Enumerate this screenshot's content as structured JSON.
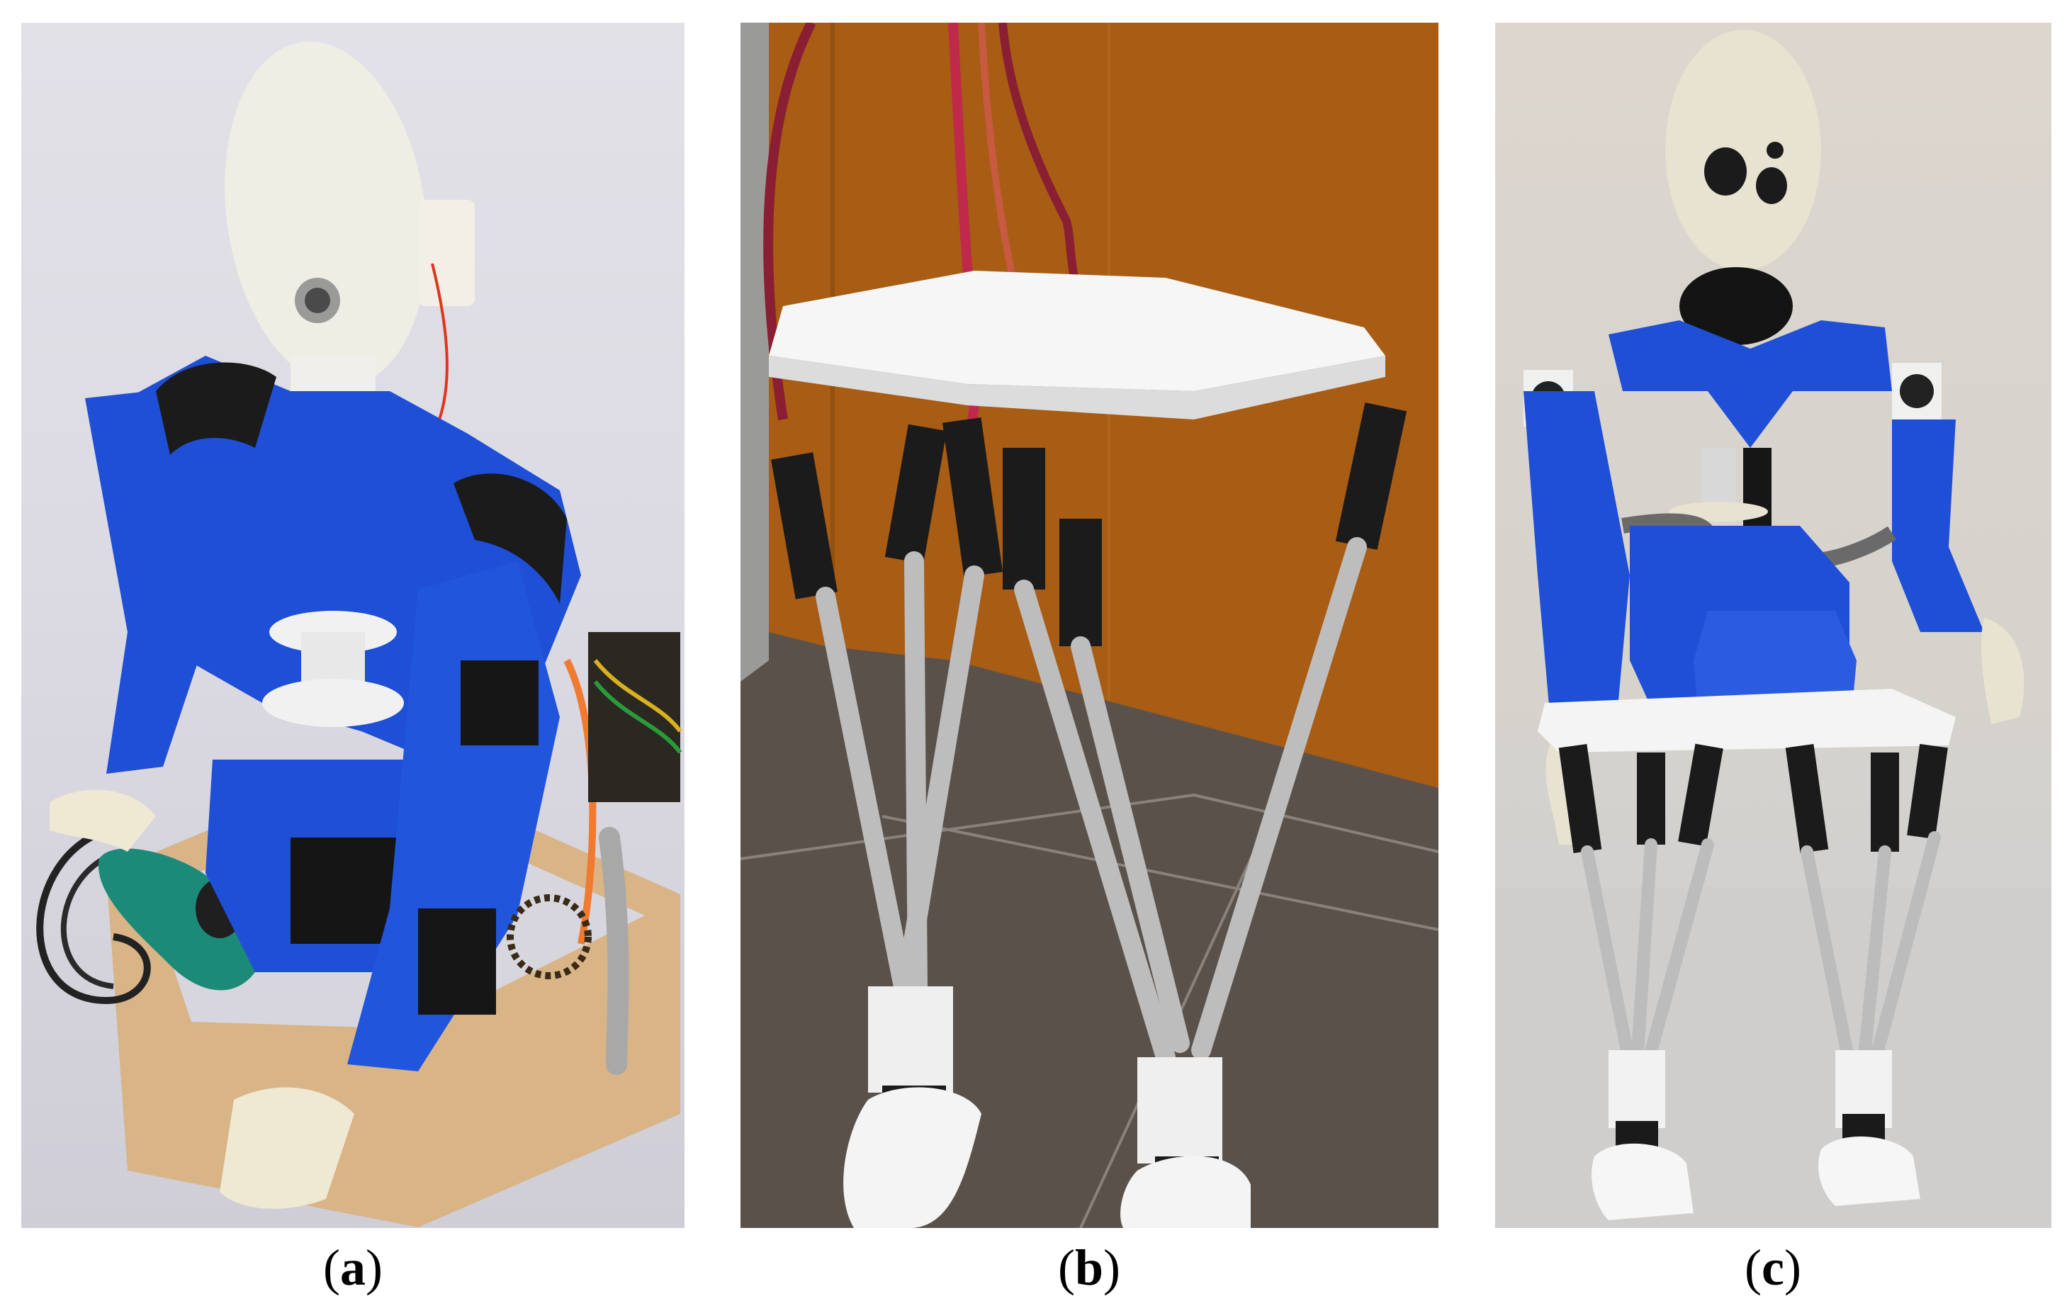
{
  "figure": {
    "panels": [
      {
        "id": "a",
        "caption_open": "(",
        "caption_letter": "a",
        "caption_close": ")",
        "description": "Upper body of a 3D-printed humanoid robot with blue torso and arms, white ellipsoidal head with sensor, mounted on a wooden base with a green joystick controller",
        "colors": {
          "background": "#dedce4",
          "robot_blue": "#1f4fd6",
          "head_white": "#efeee4",
          "wood": "#d9b585",
          "joystick_green": "#1c8a78"
        }
      },
      {
        "id": "b",
        "caption_open": "(",
        "caption_letter": "b",
        "caption_close": ")",
        "description": "Parallel-link robotic legs: white hip platform with servo wires, six linear actuators with black servo housings and aluminium rods, white feet on grey tiled floor in front of a wooden door",
        "colors": {
          "background": "#a85c14",
          "floor": "#5c544c",
          "platform_white": "#f4f4f4",
          "actuator_black": "#1a1a1a",
          "rod_grey": "#b8b8b8"
        }
      },
      {
        "id": "c",
        "caption_open": "(",
        "caption_letter": "c",
        "caption_close": ")",
        "description": "Fully assembled humanoid robot: white head with dark eyes, blue shoulders and arms with hands, blue torso on white platform, parallel-link legs with white feet, standing on a table against a light wall",
        "colors": {
          "background": "#d8d4ce",
          "robot_blue": "#1f4fd6",
          "head_white": "#e8e2d0"
        }
      }
    ]
  }
}
